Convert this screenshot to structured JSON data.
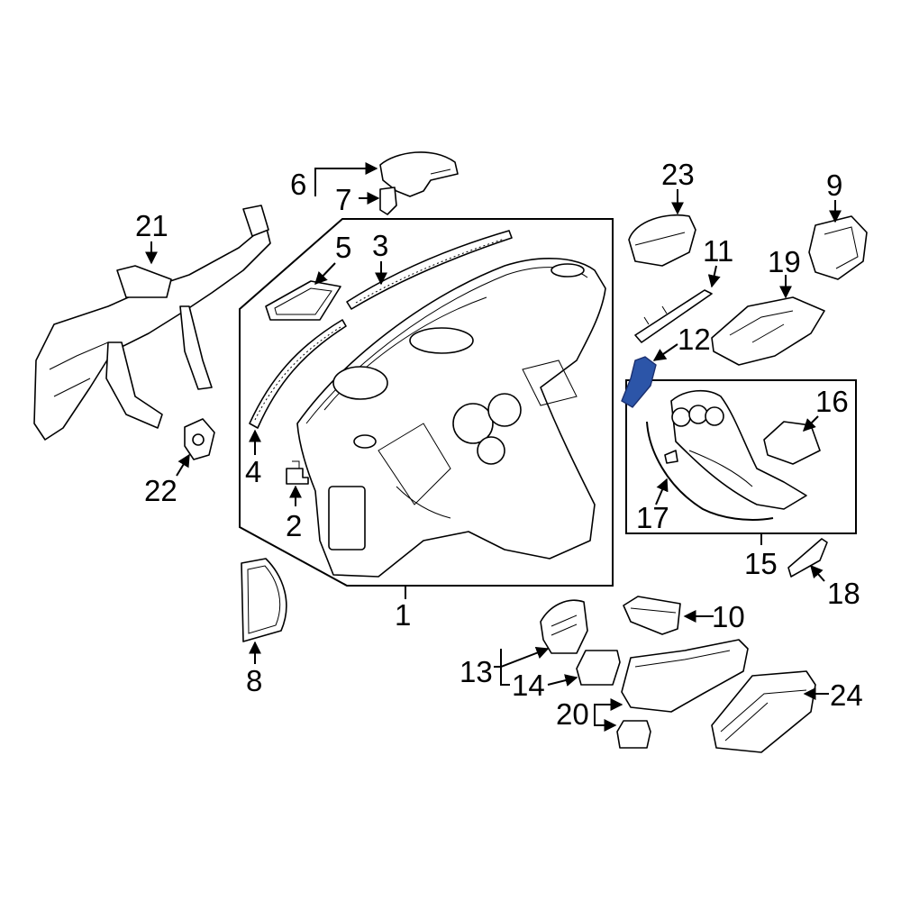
{
  "diagram": {
    "highlight_color": "#2c55a8",
    "highlighted_part": "12",
    "callouts": {
      "c1": "1",
      "c2": "2",
      "c3": "3",
      "c4": "4",
      "c5": "5",
      "c6": "6",
      "c7": "7",
      "c8": "8",
      "c9": "9",
      "c10": "10",
      "c11": "11",
      "c12": "12",
      "c13": "13",
      "c14": "14",
      "c15": "15",
      "c16": "16",
      "c17": "17",
      "c18": "18",
      "c19": "19",
      "c20": "20",
      "c21": "21",
      "c22": "22",
      "c23": "23",
      "c24": "24"
    }
  }
}
